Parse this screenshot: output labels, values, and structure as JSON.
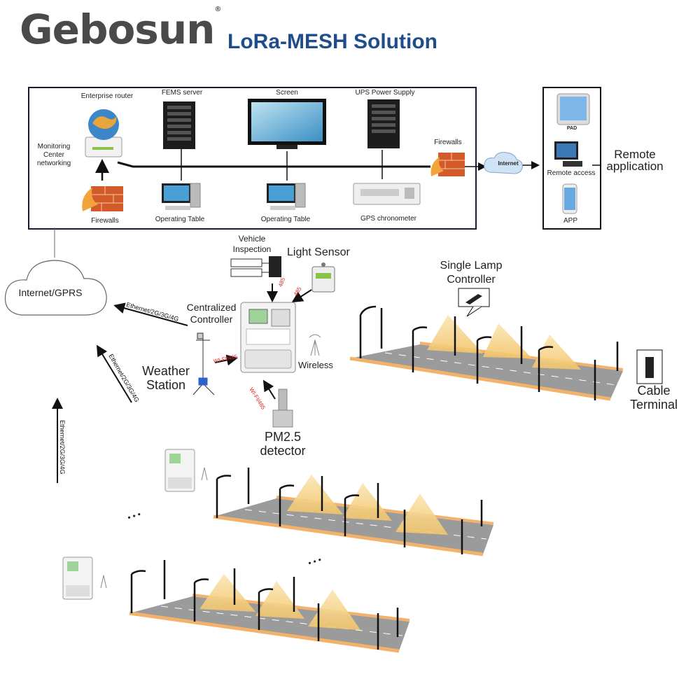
{
  "brand": {
    "logo_text": "Gebosun",
    "reg": "®"
  },
  "title": "LoRa-MESH Solution",
  "monitoring_center": {
    "label": "Monitoring Center networking",
    "devices": {
      "enterprise_router": "Enterprise router",
      "fems_server": "FEMS server",
      "screen": "Screen",
      "ups": "UPS Power Supply",
      "firewalls_left": "Firewalls",
      "firewalls_right": "Firewalls",
      "operating_table_1": "Operating Table",
      "operating_table_2": "Operating Table",
      "gps": "GPS chronometer",
      "internet": "Internet"
    }
  },
  "remote": {
    "title": "Remote application",
    "pad": "PAD",
    "remote_access": "Remote access",
    "app": "APP"
  },
  "field": {
    "cloud": "Internet/GPRS",
    "vehicle_inspection": "Vehicle Inspection",
    "light_sensor": "Light Sensor",
    "single_lamp_controller": "Single Lamp Controller",
    "centralized_controller": "Centralized Controller",
    "weather_station": "Weather Station",
    "wireless": "Wireless",
    "pm25": "PM2.5 detector",
    "cable_terminal": "Cable Terminal",
    "link_485_a": "485",
    "link_485_b": "485",
    "wifi_485_a": "WI-FI/485",
    "wifi_485_b": "WI-FI/485",
    "eth_1": "Ethernet/2G/3G/4G",
    "eth_2": "Ethernet/2G/3G/4G",
    "eth_3": "Ethernet/2G/3G/4G",
    "ellipsis_1": "• • •",
    "ellipsis_2": "• • •"
  },
  "colors": {
    "title": "#1f4d8c",
    "logo_accent": "#0c8f7d",
    "road": "#8e8e8e",
    "road_edge": "#f3b26b",
    "light_cone": "#f6d78a",
    "firewall": "#d35b2a",
    "wire": "#111111"
  }
}
